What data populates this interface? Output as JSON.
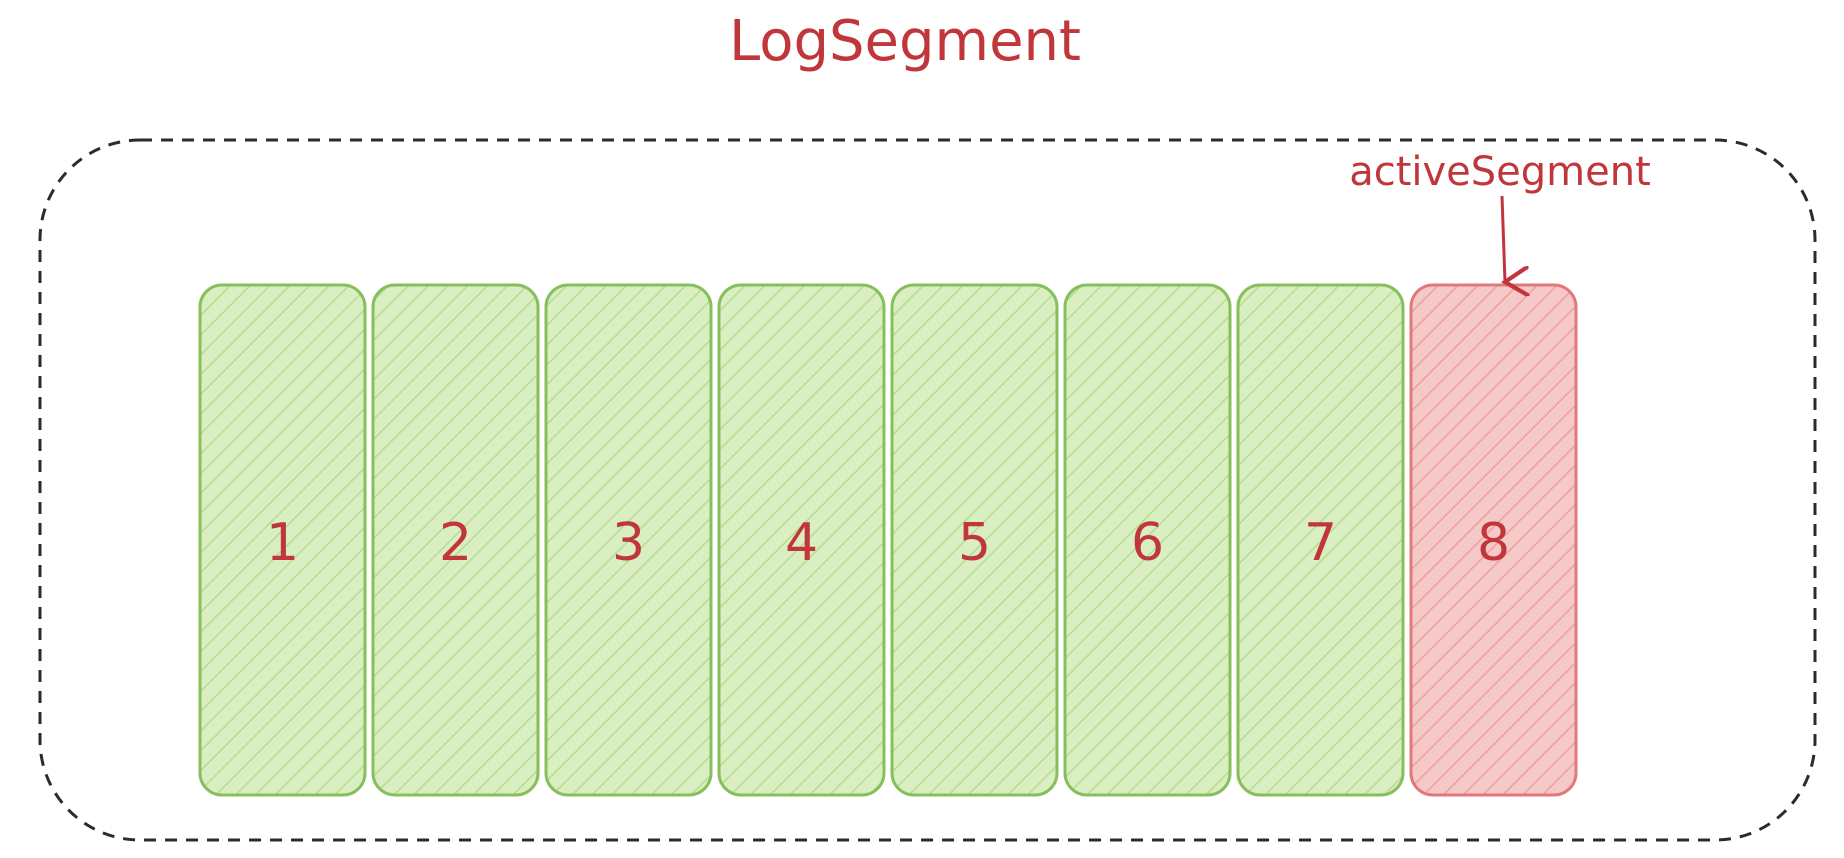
{
  "title": "LogSegment",
  "pointer_label": "activeSegment",
  "colors": {
    "text": "#c0363a",
    "container_border": "#2b2b2b",
    "segment_fill": "#d9efc2",
    "segment_hatch": "#b6dc8e",
    "segment_border": "#86bf5c",
    "active_fill": "#f6c9c9",
    "active_hatch": "#ef9e9e",
    "active_border": "#e07a7a"
  },
  "segments": [
    {
      "label": "1",
      "active": false
    },
    {
      "label": "2",
      "active": false
    },
    {
      "label": "3",
      "active": false
    },
    {
      "label": "4",
      "active": false
    },
    {
      "label": "5",
      "active": false
    },
    {
      "label": "6",
      "active": false
    },
    {
      "label": "7",
      "active": false
    },
    {
      "label": "8",
      "active": true
    }
  ]
}
